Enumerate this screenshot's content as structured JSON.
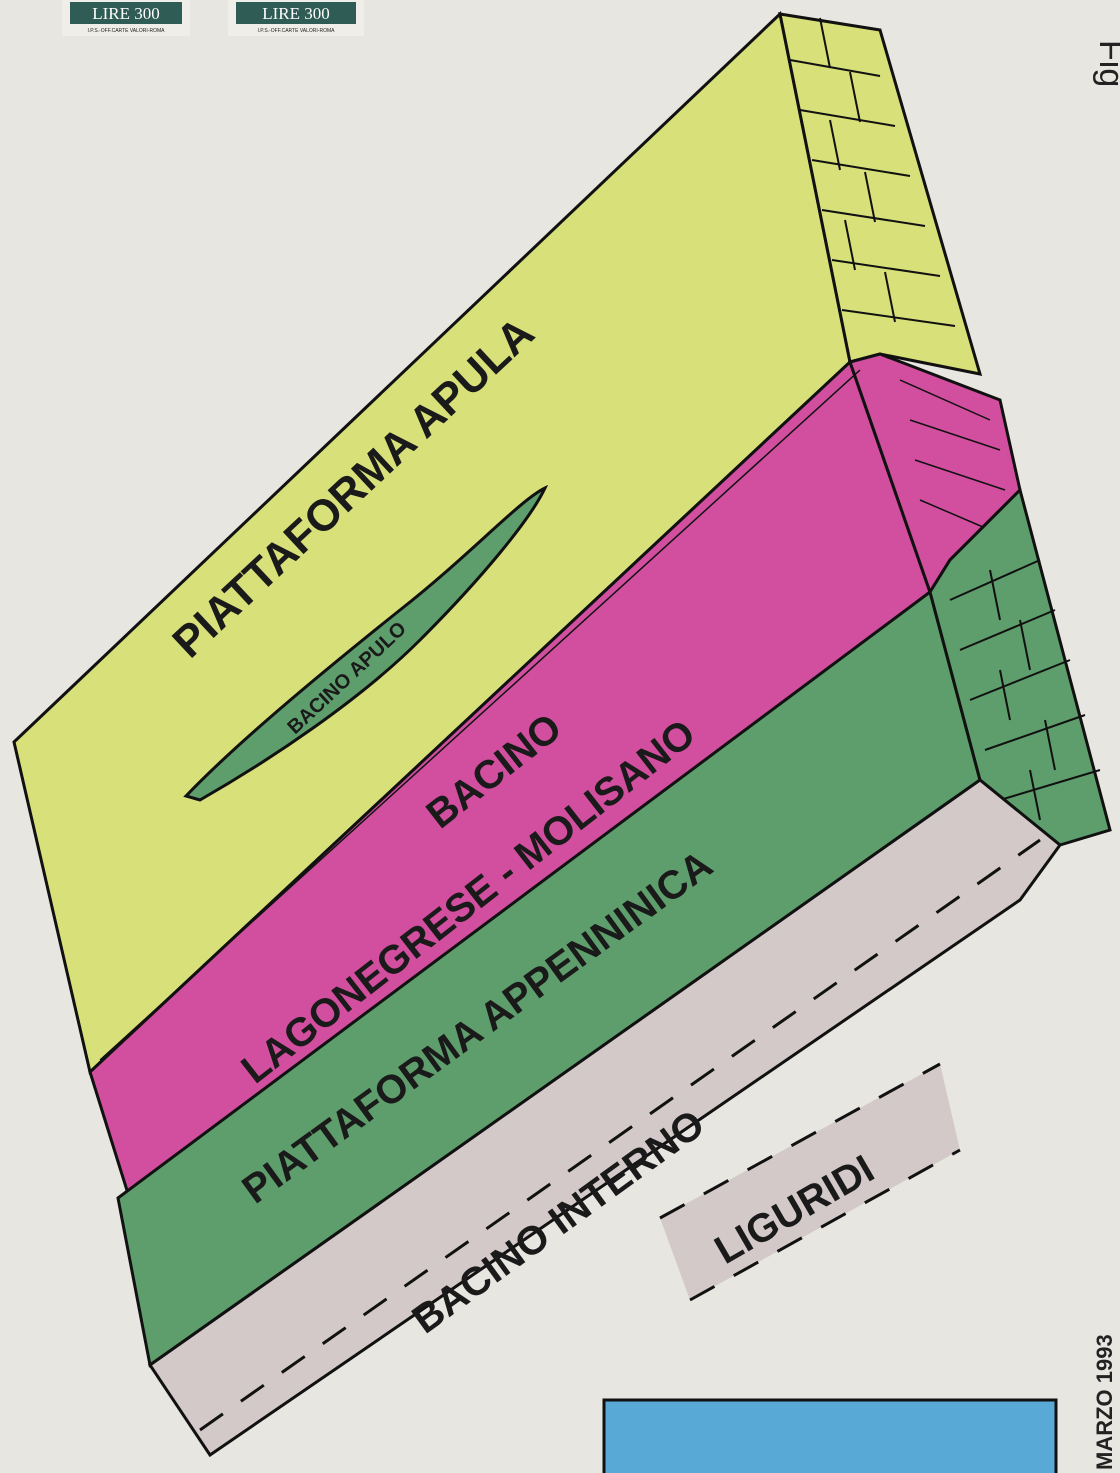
{
  "stamps": [
    {
      "label": "LIRE 300",
      "subtext": "I.P.S.-OFF.CARTE VALORI-ROMA"
    },
    {
      "label": "LIRE 300",
      "subtext": "I.P.S.-OFF.CARTE VALORI-ROMA"
    }
  ],
  "figure_label": "Fig",
  "date_label": "MARZO 1993",
  "colors": {
    "apula": "#d8e07a",
    "lagonegrese": "#d24f9f",
    "appenninica": "#5e9e6c",
    "interno": "#d3c9c9",
    "liguridi": "#d3c9c9",
    "blue_box": "#58a9d6",
    "stamp_green": "#2f5d55"
  },
  "regions": {
    "piattaforma_apula": "PIATTAFORMA APULA",
    "bacino_apulo": "BACINO APULO",
    "bacino_line1": "BACINO",
    "bacino_line2": "LAGONEGRESE - MOLISANO",
    "piattaforma_appenninica": "PIATTAFORMA APPENNINICA",
    "bacino_interno": "BACINO INTERNO",
    "liguridi": "LIGURIDI"
  }
}
